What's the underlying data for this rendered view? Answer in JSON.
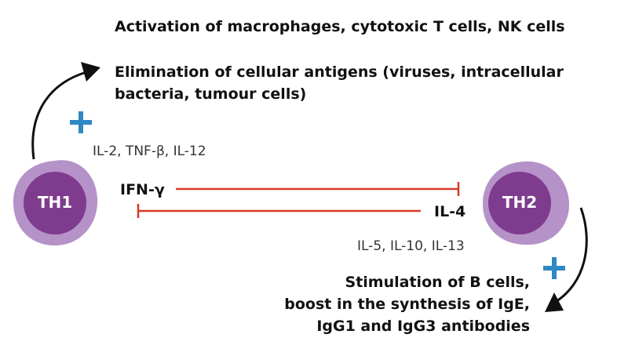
{
  "cells": {
    "th1": {
      "label": "TH1"
    },
    "th2": {
      "label": "TH2"
    }
  },
  "th1_effects": {
    "line1": "Activation of macrophages, cytotoxic T cells, NK cells",
    "line2": "Elimination of cellular antigens (viruses, intracellular",
    "line3": "bacteria, tumour cells)"
  },
  "th2_effects": {
    "line1": "Stimulation of B cells,",
    "line2": "boost in the synthesis of IgE,",
    "line3": "IgG1 and IgG3 antibodies"
  },
  "cytokines": {
    "th1_secreted": "IL-2, TNF-β, IL-12",
    "th2_secreted": "IL-5, IL-10, IL-13",
    "th1_inhibitor": "IFN-γ",
    "th2_inhibitor": "IL-4"
  },
  "colors": {
    "cell_outer": "#b592c8",
    "cell_inner": "#7f3b8e",
    "inhibition_line": "#d63a2a",
    "plus_sign": "#2f87c4",
    "arrow": "#111111"
  }
}
